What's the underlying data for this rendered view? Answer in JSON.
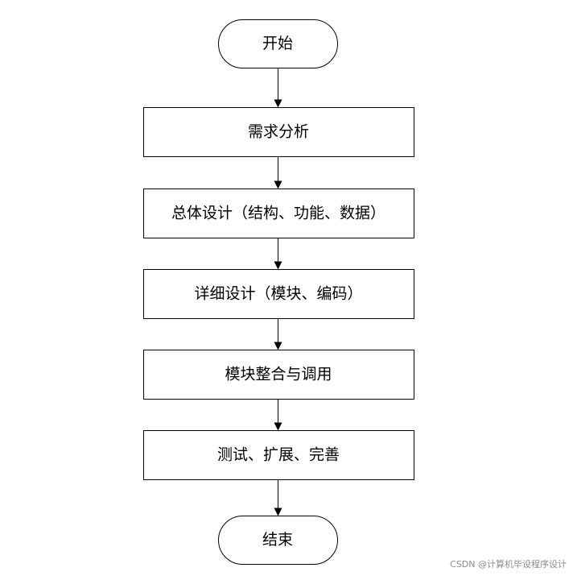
{
  "flowchart": {
    "nodes": [
      {
        "id": "start",
        "shape": "terminal",
        "label": "开始"
      },
      {
        "id": "requirements",
        "shape": "process",
        "label": "需求分析"
      },
      {
        "id": "overall-design",
        "shape": "process",
        "label": "总体设计（结构、功能、数据）"
      },
      {
        "id": "detailed-design",
        "shape": "process",
        "label": "详细设计（模块、编码）"
      },
      {
        "id": "integration",
        "shape": "process",
        "label": "模块整合与调用"
      },
      {
        "id": "testing",
        "shape": "process",
        "label": "测试、扩展、完善"
      },
      {
        "id": "end",
        "shape": "terminal",
        "label": "结束"
      }
    ],
    "edges": [
      {
        "from": "start",
        "to": "requirements"
      },
      {
        "from": "requirements",
        "to": "overall-design"
      },
      {
        "from": "overall-design",
        "to": "detailed-design"
      },
      {
        "from": "detailed-design",
        "to": "integration"
      },
      {
        "from": "integration",
        "to": "testing"
      },
      {
        "from": "testing",
        "to": "end"
      }
    ]
  },
  "watermark": "CSDN @计算机毕设程序设计",
  "colors": {
    "stroke": "#000000",
    "fill": "#ffffff",
    "watermark": "#8c8c8c"
  }
}
